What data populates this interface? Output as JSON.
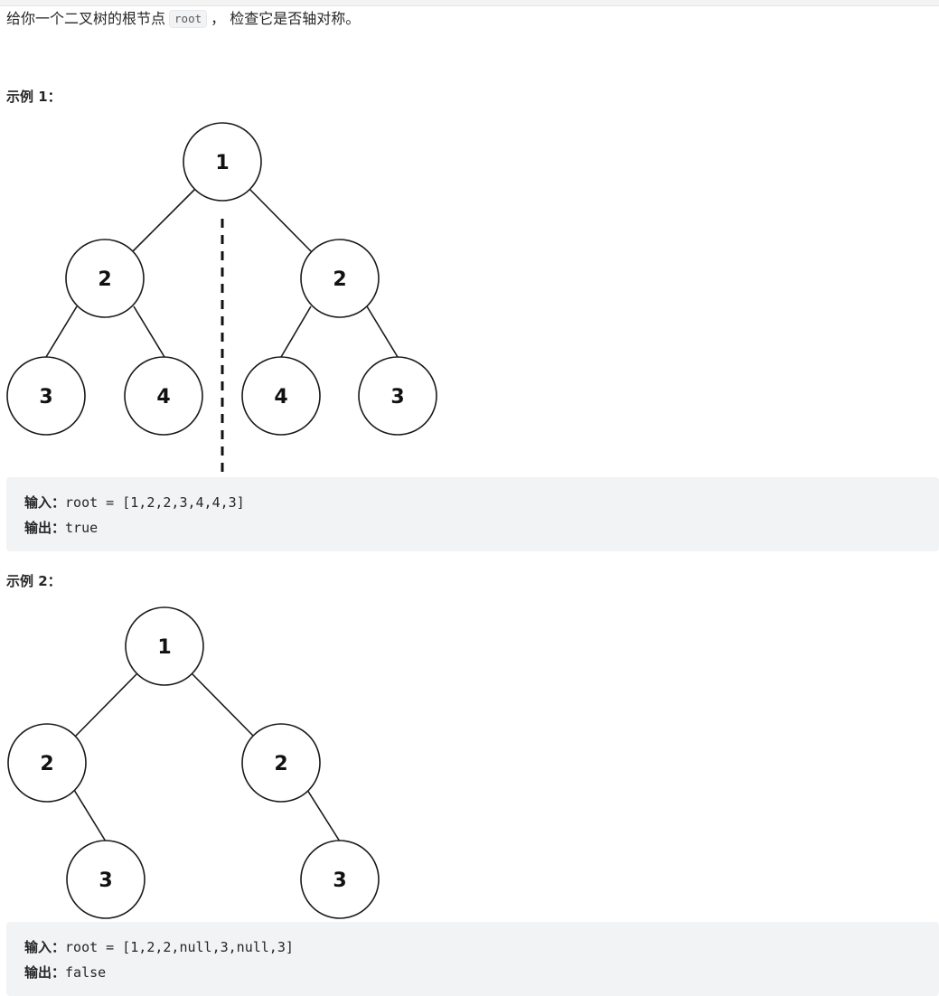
{
  "intro": {
    "text_before": "给你一个二叉树的根节点",
    "code": "root",
    "text_after": "， 检查它是否轴对称。"
  },
  "examples": [
    {
      "title": "示例 1：",
      "tree_nodes": [
        "1",
        "2",
        "2",
        "3",
        "4",
        "4",
        "3"
      ],
      "input_label": "输入：",
      "input_value": "root = [1,2,2,3,4,4,3]",
      "output_label": "输出：",
      "output_value": "true"
    },
    {
      "title": "示例 2：",
      "tree_nodes": [
        "1",
        "2",
        "2",
        "3",
        "3"
      ],
      "input_label": "输入：",
      "input_value": "root = [1,2,2,null,3,null,3]",
      "output_label": "输出：",
      "output_value": "false"
    }
  ]
}
